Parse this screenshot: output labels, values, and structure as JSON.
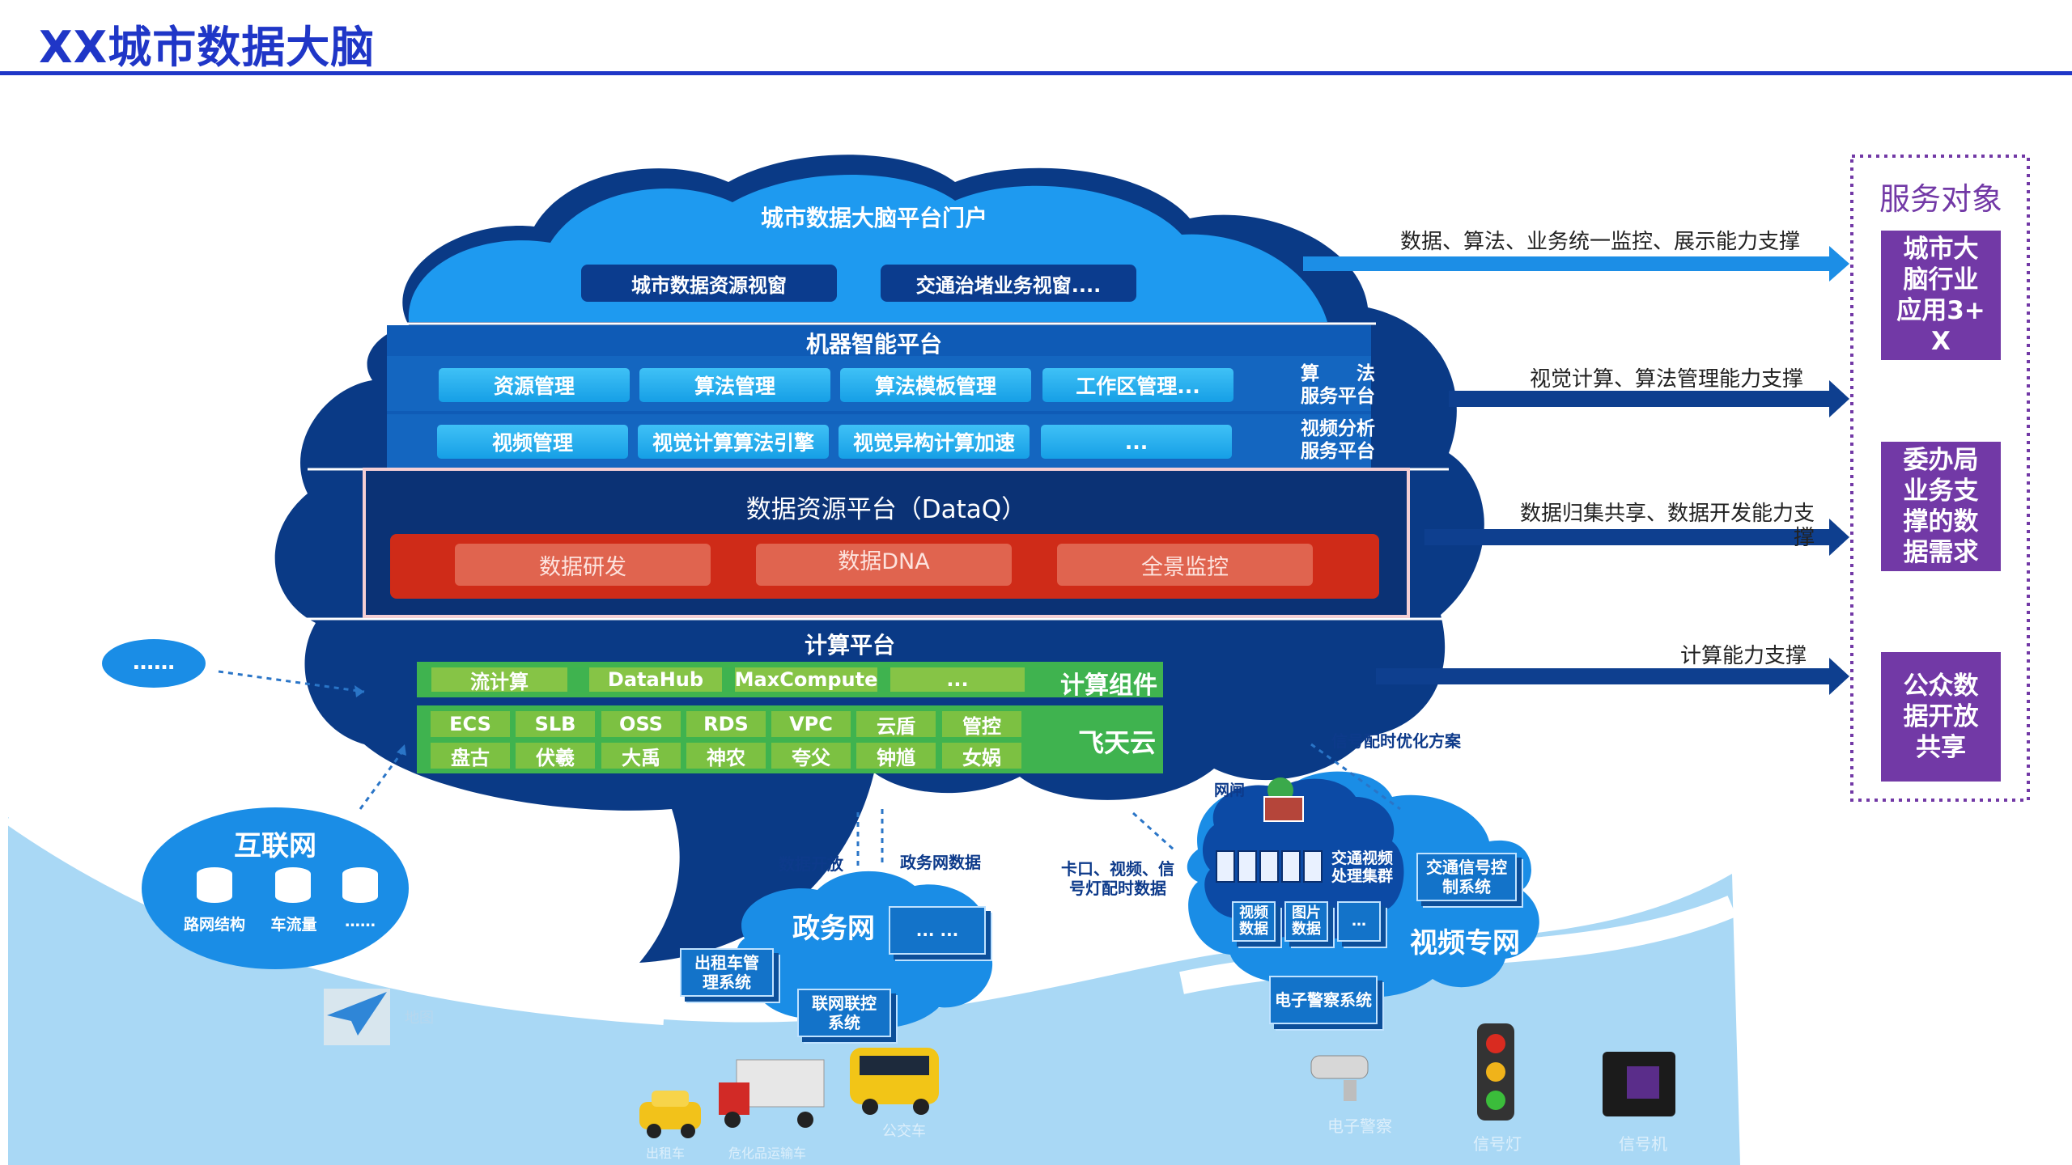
{
  "page_title": "XX城市数据大脑",
  "colors": {
    "accent_blue": "#1f36c7",
    "service_purple": "#7239a6",
    "brain_dark": "#0a3a86",
    "brain_light": "#1697ec",
    "red_band": "#cf2b18",
    "green": "#3fb34f"
  },
  "brain": {
    "portal": {
      "title": "城市数据大脑平台门户",
      "btn1": "城市数据资源视窗",
      "btn2": "交通治堵业务视窗...."
    },
    "ml_platform": {
      "title": "机器智能平台",
      "row1": [
        "资源管理",
        "算法管理",
        "算法模板管理",
        "工作区管理..."
      ],
      "row1_side_a": "算　　法",
      "row1_side_b": "服务平台",
      "row2": [
        "视频管理",
        "视觉计算算法引擎",
        "视觉异构计算加速",
        "..."
      ],
      "row2_side_a": "视频分析",
      "row2_side_b": "服务平台"
    },
    "data_platform": {
      "title": "数据资源平台（DataQ）",
      "items": [
        "数据研发",
        "数据DNA",
        "全景监控"
      ]
    },
    "compute": {
      "title": "计算平台",
      "components": [
        "流计算",
        "DataHub",
        "MaxCompute",
        "..."
      ],
      "components_label": "计算组件",
      "feitian_row1": [
        "ECS",
        "SLB",
        "OSS",
        "RDS",
        "VPC",
        "云盾",
        "管控"
      ],
      "feitian_row2": [
        "盘古",
        "伏羲",
        "大禹",
        "神农",
        "夸父",
        "钟馗",
        "女娲"
      ],
      "feitian_label": "飞天云"
    }
  },
  "arrows": [
    "数据、算法、业务统一监控、展示能力支撑",
    "视觉计算、算法管理能力支撑",
    "数据归集共享、数据开发能力支撑",
    "计算能力支撑"
  ],
  "services": {
    "title": "服务对象",
    "items": [
      "城市大脑行业应用3+X",
      "委办局业务支撑的数据需求",
      "公众数据开放共享"
    ]
  },
  "ellipsis_bubble": "……",
  "internet": {
    "title": "互联网",
    "items": [
      "路网结构",
      "车流量",
      "……"
    ]
  },
  "gov": {
    "title": "政务网",
    "open_label": "数据开放",
    "data_label": "政务网数据",
    "cards": [
      "出租车管理系统",
      "联网联控系统",
      "... ..."
    ]
  },
  "video_net": {
    "title": "视频专网",
    "gateway": "网闸",
    "cluster": "交通视频处理集群",
    "cards": [
      "视频数据",
      "图片数据",
      "…"
    ],
    "signal_ctrl": "交通信号控制系统",
    "police_sys": "电子警察系统",
    "opt_label": "信号配时优化方案",
    "card_label": "卡口、视频、信号灯配时数据"
  },
  "bottom_labels": {
    "police": "电子警察",
    "light": "信号灯",
    "signal": "信号机",
    "bus": "公交车",
    "taxi": "出租车",
    "truck": "危化品运输车",
    "gis": "地图"
  }
}
